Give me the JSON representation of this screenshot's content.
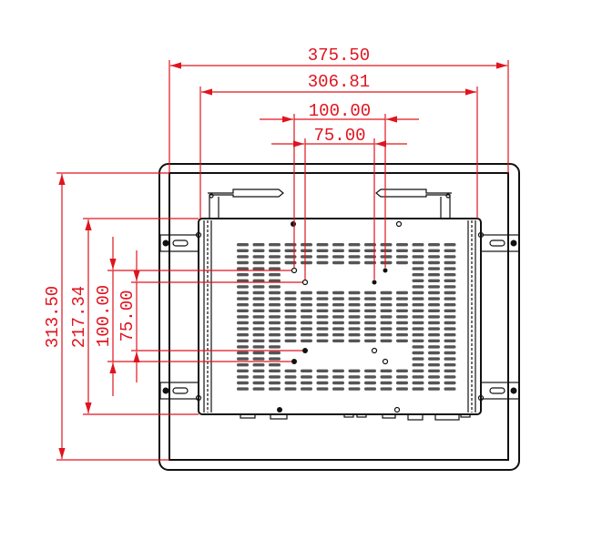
{
  "drawing": {
    "title": "Panel mount monitor rear view dimensions",
    "colors": {
      "dimension": "#e0141e",
      "outline": "#111111",
      "vent": "#555555"
    },
    "horizontal_dimensions": [
      {
        "id": "overall-width",
        "label": "375.50"
      },
      {
        "id": "chassis-width",
        "label": "306.81"
      },
      {
        "id": "vesa-100-width",
        "label": "100.00"
      },
      {
        "id": "vesa-75-width",
        "label": "75.00"
      }
    ],
    "vertical_dimensions": [
      {
        "id": "overall-height",
        "label": "313.50"
      },
      {
        "id": "chassis-height",
        "label": "217.34"
      },
      {
        "id": "vesa-100-height",
        "label": "100.00"
      },
      {
        "id": "vesa-75-height",
        "label": "75.00"
      }
    ]
  }
}
